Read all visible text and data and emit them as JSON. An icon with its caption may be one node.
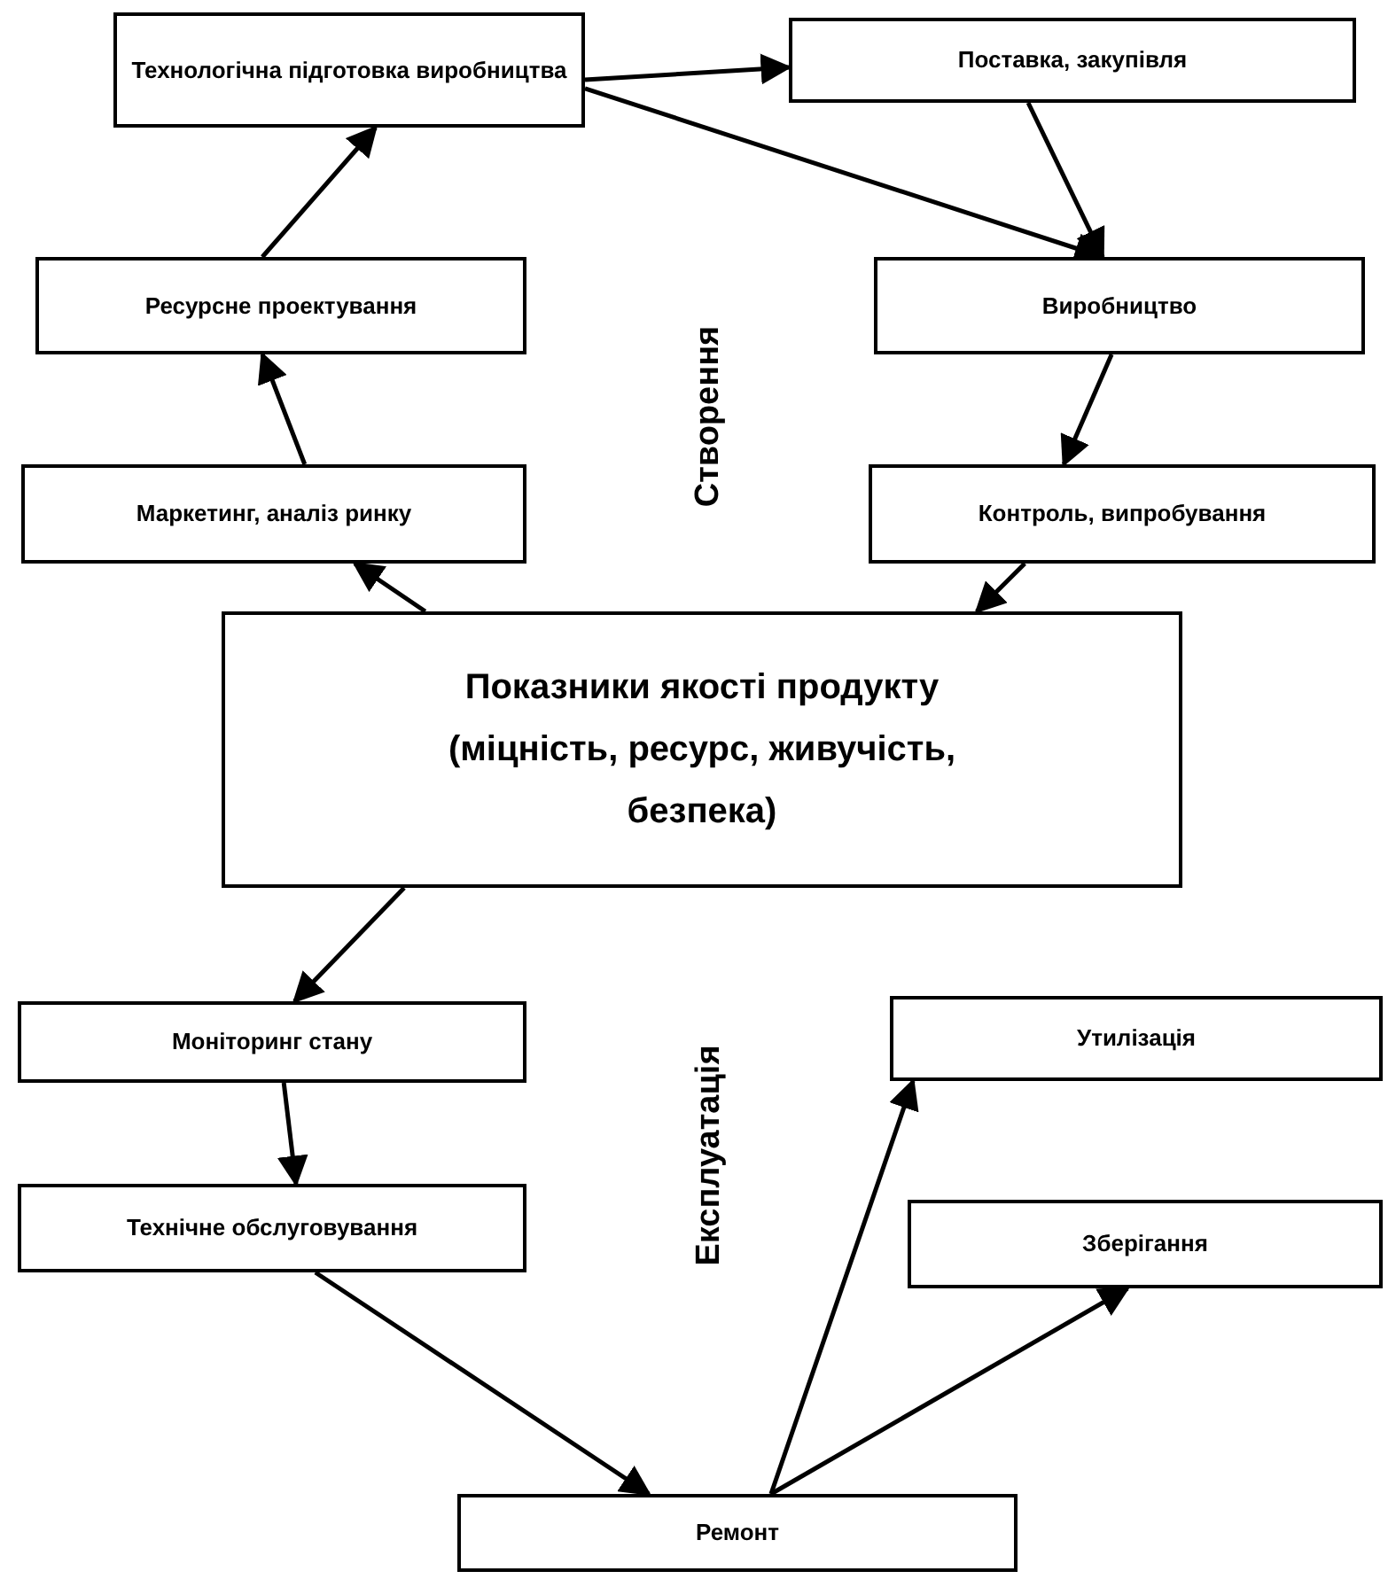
{
  "diagram": {
    "nodes": [
      {
        "text": [
          "Технологічна підготовка виробництва"
        ]
      },
      {
        "text": [
          "Поставка, закупівля"
        ]
      },
      {
        "text": [
          "Ресурсне проектування"
        ]
      },
      {
        "text": [
          "Виробництво"
        ]
      },
      {
        "text": [
          "Маркетинг, аналіз ринку"
        ]
      },
      {
        "text": [
          "Контроль, випробування"
        ]
      },
      {
        "text": [
          "Показники якості продукту (міцність, ресурс, живучість, безпека)"
        ]
      },
      {
        "text": [
          "Моніторинг стану"
        ]
      },
      {
        "text": [
          "Технічне обслуговування"
        ]
      },
      {
        "text": [
          "Утилізація"
        ]
      },
      {
        "text": [
          "Зберігання"
        ]
      },
      {
        "text": [
          "Ремонт"
        ]
      }
    ],
    "edges": [
      {
        "from": 6,
        "to": 4,
        "arrow": "to"
      },
      {
        "from": 4,
        "to": 2,
        "arrow": "to"
      },
      {
        "from": 2,
        "to": 0,
        "arrow": "to"
      },
      {
        "from": 0,
        "to": 1,
        "arrow": "to"
      },
      {
        "from": 0,
        "to": 3,
        "arrow": "to"
      },
      {
        "from": 1,
        "to": 3,
        "arrow": "to"
      },
      {
        "from": 3,
        "to": 5,
        "arrow": "to"
      },
      {
        "from": 5,
        "to": 6,
        "arrow": "to"
      },
      {
        "from": 6,
        "to": 7,
        "arrow": "to"
      },
      {
        "from": 7,
        "to": 8,
        "arrow": "to"
      },
      {
        "from": 8,
        "to": 11,
        "arrow": "to"
      },
      {
        "from": 11,
        "to": 9,
        "arrow": "to"
      },
      {
        "from": 11,
        "to": 10,
        "arrow": "to"
      }
    ],
    "labels": [
      "Створення",
      "Експлуатація"
    ]
  }
}
